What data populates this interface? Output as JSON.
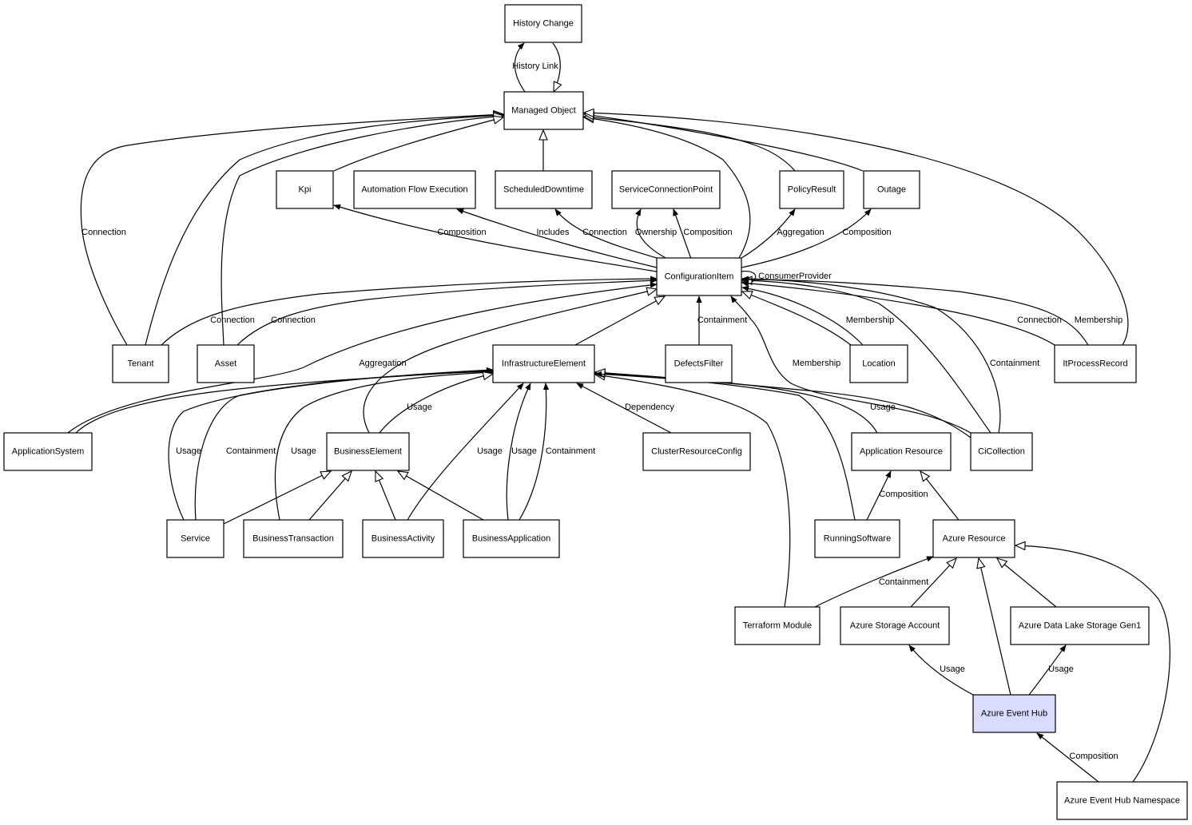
{
  "nodes": {
    "history_change": "History Change",
    "managed_object": "Managed Object",
    "kpi": "Kpi",
    "automation_flow_execution": "Automation Flow Execution",
    "scheduled_downtime": "ScheduledDowntime",
    "service_connection_point": "ServiceConnectionPoint",
    "policy_result": "PolicyResult",
    "outage": "Outage",
    "configuration_item": "ConfigurationItem",
    "tenant": "Tenant",
    "asset": "Asset",
    "infrastructure_element": "InfrastructureElement",
    "defects_filter": "DefectsFilter",
    "location": "Location",
    "it_process_record": "ItProcessRecord",
    "application_system": "ApplicationSystem",
    "business_element": "BusinessElement",
    "cluster_resource_config": "ClusterResourceConfig",
    "application_resource": "Application Resource",
    "ci_collection": "CiCollection",
    "service": "Service",
    "business_transaction": "BusinessTransaction",
    "business_activity": "BusinessActivity",
    "business_application": "BusinessApplication",
    "running_software": "RunningSoftware",
    "azure_resource": "Azure Resource",
    "terraform_module": "Terraform Module",
    "azure_storage_account": "Azure Storage Account",
    "azure_data_lake_storage_gen1": "Azure Data Lake Storage Gen1",
    "azure_event_hub": "Azure Event Hub",
    "azure_event_hub_namespace": "Azure Event Hub Namespace"
  },
  "edge_labels": {
    "history_link": "History Link",
    "connection_tenant_mo": "Connection",
    "composition_kpi": "Composition",
    "includes": "Includes",
    "connection_sd": "Connection",
    "ownership": "Ownership",
    "composition_scp": "Composition",
    "aggregation_pr": "Aggregation",
    "composition_outage": "Composition",
    "consumer_provider": "ConsumerProvider",
    "connection_tenant_ci": "Connection",
    "connection_asset_ci": "Connection",
    "containment_df": "Containment",
    "membership_loc": "Membership",
    "connection_itpr": "Connection",
    "membership_itpr": "Membership",
    "aggregation_as": "Aggregation",
    "membership_cic": "Membership",
    "containment_cic": "Containment",
    "usage_be": "Usage",
    "dependency": "Dependency",
    "usage_cic": "Usage",
    "usage_service": "Usage",
    "containment_service": "Containment",
    "usage_bt": "Usage",
    "usage_ba": "Usage",
    "usage_bapp": "Usage",
    "containment_bapp": "Containment",
    "composition_rs": "Composition",
    "containment_tf": "Containment",
    "usage_aeh_sa": "Usage",
    "usage_aeh_dl": "Usage",
    "composition_ns": "Composition"
  },
  "colors": {
    "highlight_fill": "#d9dcff",
    "stroke": "#000000",
    "background": "#ffffff"
  }
}
